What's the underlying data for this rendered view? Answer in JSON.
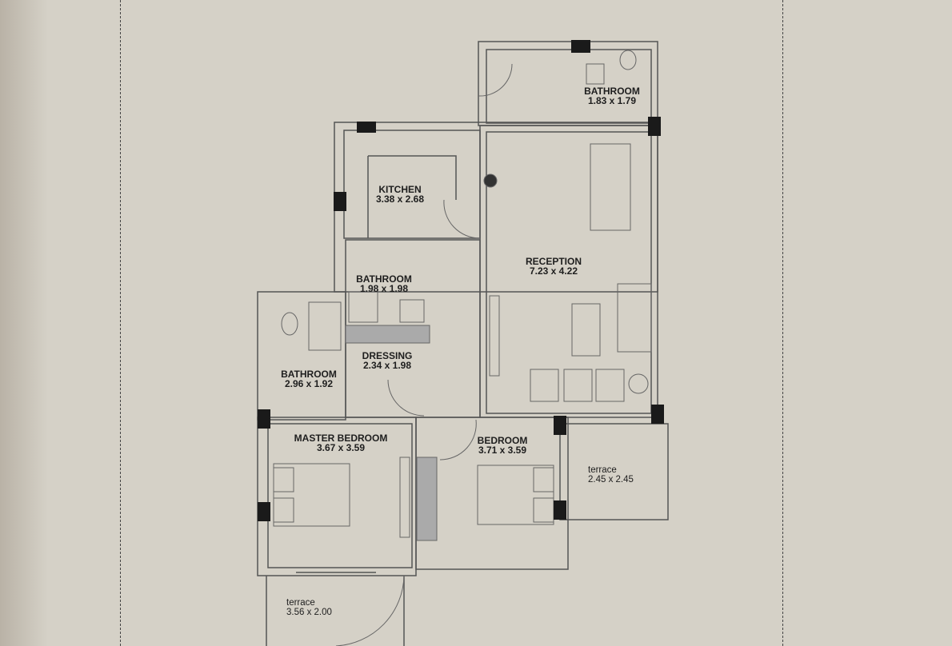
{
  "rooms": [
    {
      "name": "BATHROOM",
      "size": "1.83 x 1.79"
    },
    {
      "name": "KITCHEN",
      "size": "3.38 x 2.68"
    },
    {
      "name": "RECEPTION",
      "size": "7.23 x 4.22"
    },
    {
      "name": "BATHROOM",
      "size": "1.98 x 1.98"
    },
    {
      "name": "DRESSING",
      "size": "2.34 x 1.98"
    },
    {
      "name": "BATHROOM",
      "size": "2.96 x 1.92"
    },
    {
      "name": "MASTER BEDROOM",
      "size": "3.67 x 3.59"
    },
    {
      "name": "BEDROOM",
      "size": "3.71 x 3.59"
    },
    {
      "name": "terrace",
      "size": "2.45 x 2.45"
    },
    {
      "name": "terrace",
      "size": "3.56 x 2.00"
    }
  ],
  "colors": {
    "paper": "#d5d1c7",
    "line": "#555555",
    "column": "#1a1a1a"
  }
}
